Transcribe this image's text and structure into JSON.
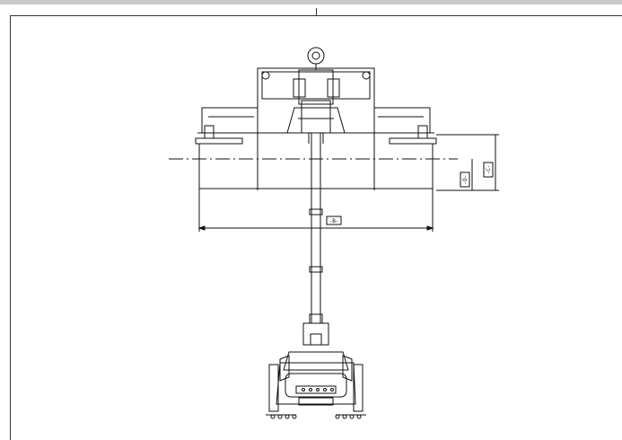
{
  "drawing": {
    "line_color": "#111111",
    "frame_color": "#333333",
    "band_color": "#c9c9c9",
    "dimensions": {
      "width_label": "-B-",
      "height_label": "-C-",
      "offset_label": "-D-"
    }
  }
}
